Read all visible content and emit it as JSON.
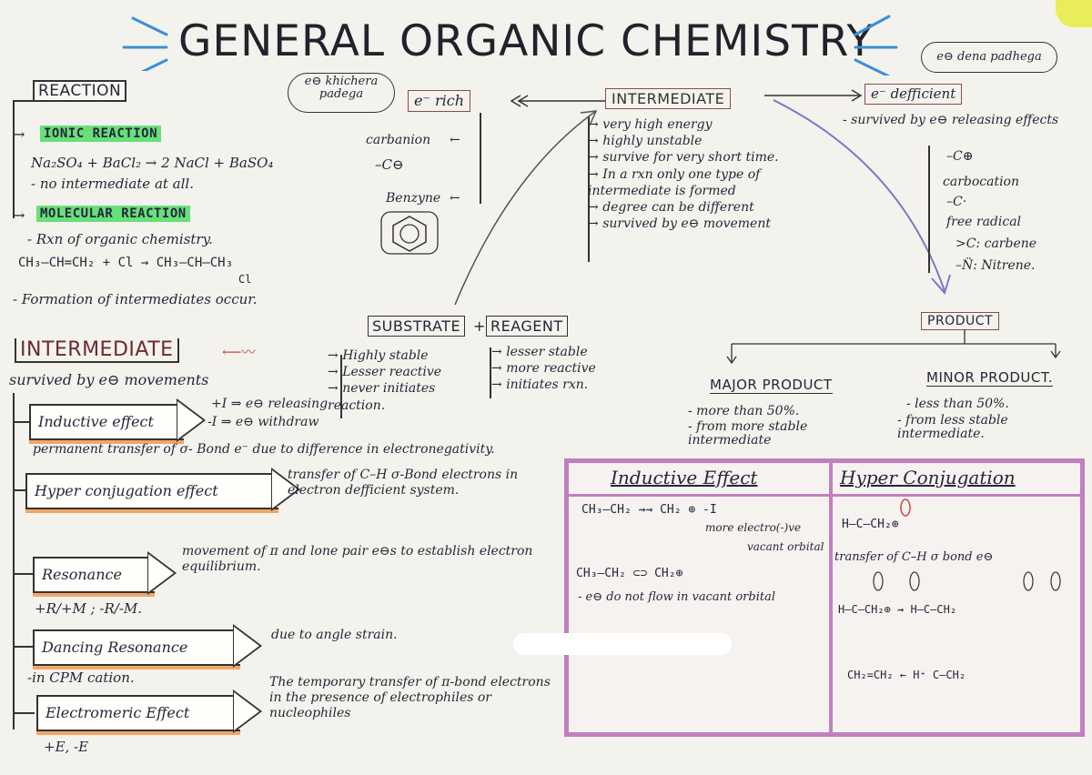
{
  "title": "GENERAL ORGANIC CHEMISTRY",
  "cloud_left": "e⊖ khichera padega",
  "cloud_right": "e⊖ dena padhega",
  "reaction": {
    "label": "REACTION",
    "ionic_label": "IONIC REACTION",
    "ionic_eq": "Na₂SO₄ + BaCl₂ → 2 NaCl + BaSO₄",
    "ionic_note": "- no intermediate at all.",
    "molecular_label": "MOLECULAR REACTION",
    "molecular_note": "- Rxn of organic chemistry.",
    "molecular_eq": "CH₃–CH=CH₂ + Cl → CH₃–CH–CH₃",
    "molecular_eq_sub": "Cl",
    "formation_note": "- Formation of intermediates occur."
  },
  "e_rich": {
    "label": "e⁻ rich",
    "items": [
      "carbanion",
      "–C⊖",
      "Benzyne"
    ]
  },
  "intermediate_top": {
    "label": "INTERMEDIATE",
    "points": [
      "very high energy",
      "highly unstable",
      "survive for very short time.",
      "In a rxn only one type of intermediate is formed",
      "degree can be different",
      "survived by e⊖ movement"
    ]
  },
  "e_deficient": {
    "label": "e⁻ defficient",
    "note": "- survived by e⊖ releasing effects",
    "items": [
      "–C⊕",
      "carbocation",
      "–C·",
      "free radical",
      ">C: carbene",
      "–N̈: Nitrene."
    ]
  },
  "substrate": {
    "label1": "SUBSTRATE",
    "plus": "+",
    "label2": "REAGENT",
    "substrate_points": [
      "Highly stable",
      "Lesser reactive",
      "never initiates reaction."
    ],
    "reagent_points": [
      "lesser stable",
      "more reactive",
      "initiates rxn."
    ]
  },
  "product": {
    "label": "PRODUCT",
    "major_label": "MAJOR PRODUCT",
    "major_points": [
      "- more than 50%.",
      "- from more stable intermediate"
    ],
    "minor_label": "MINOR PRODUCT.",
    "minor_points": [
      "- less than 50%.",
      "- from less stable intermediate."
    ]
  },
  "intermediate_section": {
    "label": "INTERMEDIATE",
    "subtitle": "survived by e⊖ movements"
  },
  "effects": {
    "inductive_label": "Inductive effect",
    "inductive_plus": "+I ⇒ e⊖ releasing",
    "inductive_minus": "-I ⇒ e⊖ withdraw",
    "inductive_desc": "permanent transfer of σ- Bond e⁻ due to difference in electronegativity.",
    "hyper_label": "Hyper conjugation effect",
    "hyper_desc": "transfer of C–H σ-Bond electrons in electron defficient system.",
    "resonance_label": "Resonance",
    "resonance_desc": "movement of π and lone pair e⊖s to establish electron equilibrium.",
    "resonance_sub": "+R/+M ; -R/-M.",
    "dancing_label": "Dancing Resonance",
    "dancing_desc": "due to angle strain.",
    "dancing_sub": "-in CPM cation.",
    "electromeric_label": "Electromeric Effect",
    "electromeric_desc": "The temporary transfer of π-bond electrons in the presence of electrophiles or nucleophiles",
    "electromeric_sub": "+E, -E"
  },
  "table": {
    "col1_title": "Inductive Effect",
    "col2_title": "Hyper Conjugation",
    "col1": {
      "eq1": "CH₃–CH₂ ⇝⇝ CH₂ ⊕ -I",
      "eq1_note": "more electro(-)ve",
      "vacant": "vacant orbital",
      "eq2": "CH₃–CH₂ ⊂⊃ CH₂⊕",
      "note": "- e⊖ do not flow in vacant orbital"
    },
    "col2": {
      "struct1": "H–C–CH₂⊕",
      "transfer": "transfer of C–H σ bond e⊖",
      "struct2": "H–C–CH₂⊕ ⇝ H–C–CH₂",
      "struct3": "CH₂=CH₂ ← H⁺ C–CH₂"
    }
  },
  "colors": {
    "green_highlight": "#67e07a",
    "orange_shadow": "#f0a766",
    "purple_frame": "#c07fbf",
    "blue_dashes": "#3a8fd8"
  }
}
